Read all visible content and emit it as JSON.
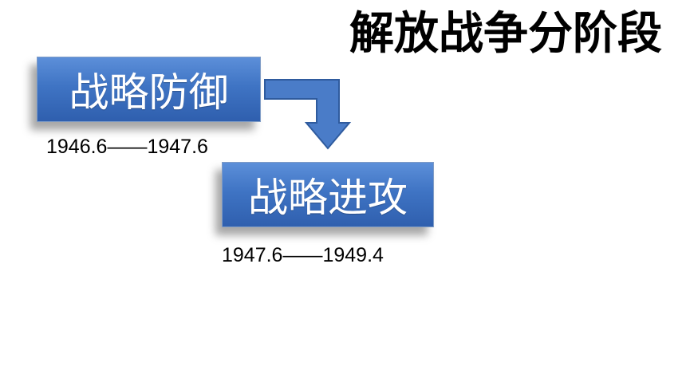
{
  "title": "解放战争分阶段",
  "stages": [
    {
      "label": "战略防御",
      "period": "1946.6——1947.6"
    },
    {
      "label": "战略进攻",
      "period": "1947.6——1949.4"
    }
  ],
  "colors": {
    "box_fill": "#3f74c4",
    "box_border": "#7f9cc6",
    "arrow_fill": "#4a7cc8",
    "arrow_stroke": "#2f5b9e"
  }
}
